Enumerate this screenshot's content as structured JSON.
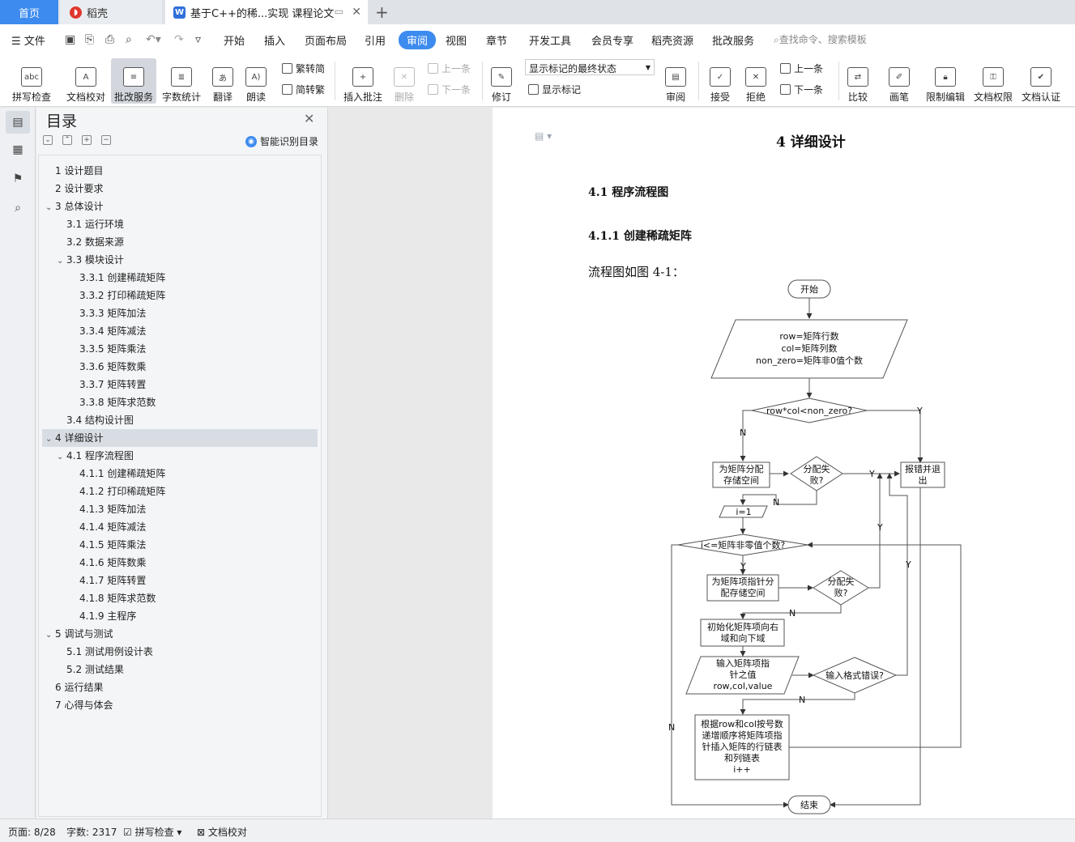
{
  "tabs": {
    "home": "首页",
    "daoke": "稻壳",
    "doc": "基于C++的稀...实现 课程论文"
  },
  "menu": {
    "file": "文件",
    "items": [
      "开始",
      "插入",
      "页面布局",
      "引用",
      "审阅",
      "视图",
      "章节",
      "开发工具",
      "会员专享",
      "稻壳资源",
      "批改服务"
    ],
    "active_index": 4,
    "search": "查找命令、搜索模板"
  },
  "ribbon": {
    "spell": "拼写检查",
    "proof": "文档校对",
    "correct": "批改服务",
    "wordcount": "字数统计",
    "translate": "翻译",
    "read": "朗读",
    "trad": "繁转简",
    "simp": "简转繁",
    "insert_comment": "插入批注",
    "delete": "删除",
    "prev": "上一条",
    "next": "下一条",
    "revise": "修订",
    "markup_state": "显示标记的最终状态",
    "show_markup": "显示标记",
    "review": "审阅",
    "accept": "接受",
    "reject": "拒绝",
    "prev2": "上一条",
    "next2": "下一条",
    "compare": "比较",
    "pen": "画笔",
    "restrict": "限制编辑",
    "rights": "文档权限",
    "auth": "文档认证"
  },
  "toc": {
    "title": "目录",
    "smart": "智能识别目录",
    "items": [
      {
        "text": "1  设计题目",
        "level": 1,
        "arrow": ""
      },
      {
        "text": "2  设计要求",
        "level": 1,
        "arrow": ""
      },
      {
        "text": "3  总体设计",
        "level": 1,
        "arrow": "v"
      },
      {
        "text": "3.1  运行环境",
        "level": 2,
        "arrow": ""
      },
      {
        "text": "3.2  数据来源",
        "level": 2,
        "arrow": ""
      },
      {
        "text": "3.3  模块设计",
        "level": 2,
        "arrow": "v"
      },
      {
        "text": "3.3.1  创建稀疏矩阵",
        "level": 3,
        "arrow": ""
      },
      {
        "text": "3.3.2  打印稀疏矩阵",
        "level": 3,
        "arrow": ""
      },
      {
        "text": "3.3.3  矩阵加法",
        "level": 3,
        "arrow": ""
      },
      {
        "text": "3.3.4  矩阵减法",
        "level": 3,
        "arrow": ""
      },
      {
        "text": "3.3.5  矩阵乘法",
        "level": 3,
        "arrow": ""
      },
      {
        "text": "3.3.6  矩阵数乘",
        "level": 3,
        "arrow": ""
      },
      {
        "text": "3.3.7  矩阵转置",
        "level": 3,
        "arrow": ""
      },
      {
        "text": "3.3.8  矩阵求范数",
        "level": 3,
        "arrow": ""
      },
      {
        "text": "3.4  结构设计图",
        "level": 2,
        "arrow": ""
      },
      {
        "text": "4  详细设计",
        "level": 1,
        "arrow": "v",
        "selected": true
      },
      {
        "text": "4.1  程序流程图",
        "level": 2,
        "arrow": "v"
      },
      {
        "text": "4.1.1  创建稀疏矩阵",
        "level": 3,
        "arrow": ""
      },
      {
        "text": "4.1.2  打印稀疏矩阵",
        "level": 3,
        "arrow": ""
      },
      {
        "text": "4.1.3  矩阵加法",
        "level": 3,
        "arrow": ""
      },
      {
        "text": "4.1.4  矩阵减法",
        "level": 3,
        "arrow": ""
      },
      {
        "text": "4.1.5  矩阵乘法",
        "level": 3,
        "arrow": ""
      },
      {
        "text": "4.1.6  矩阵数乘",
        "level": 3,
        "arrow": ""
      },
      {
        "text": "4.1.7  矩阵转置",
        "level": 3,
        "arrow": ""
      },
      {
        "text": "4.1.8  矩阵求范数",
        "level": 3,
        "arrow": ""
      },
      {
        "text": "4.1.9  主程序",
        "level": 3,
        "arrow": ""
      },
      {
        "text": "5  调试与测试",
        "level": 1,
        "arrow": "v"
      },
      {
        "text": "5.1  测试用例设计表",
        "level": 2,
        "arrow": ""
      },
      {
        "text": "5.2  测试结果",
        "level": 2,
        "arrow": ""
      },
      {
        "text": "6  运行结果",
        "level": 1,
        "arrow": ""
      },
      {
        "text": "7  心得与体会",
        "level": 1,
        "arrow": ""
      }
    ]
  },
  "doc": {
    "h1": "4  详细设计",
    "h2": "4.1  程序流程图",
    "h3": "4.1.1  创建稀疏矩阵",
    "para": "流程图如图 4-1："
  },
  "flow": {
    "start": "开始",
    "input1": [
      "row=矩阵行数",
      "col=矩阵列数",
      "non_zero=矩阵非0值个数"
    ],
    "cond1": "row*col<non_zero?",
    "alloc1": [
      "为矩阵分配",
      "存储空间"
    ],
    "fail1": [
      "分配失",
      "败?"
    ],
    "error": [
      "报错并退",
      "出"
    ],
    "init_i": "i=1",
    "loop": "i<=矩阵非零值个数?",
    "alloc2": [
      "为矩阵项指针分",
      "配存储空间"
    ],
    "fail2": [
      "分配失",
      "败?"
    ],
    "init2": [
      "初始化矩阵项向右",
      "域和向下域"
    ],
    "input2": [
      "输入矩阵项指",
      "针之值",
      "row,col,value"
    ],
    "fmt": "输入格式错误?",
    "insert": [
      "根据row和col按号数",
      "递增顺序将矩阵项指",
      "针插入矩阵的行链表",
      "和列链表",
      "i++"
    ],
    "end": "结束",
    "y": "Y",
    "n": "N"
  },
  "status": {
    "page": "页面: 8/28",
    "words": "字数: 2317",
    "spell": "拼写检查",
    "proof": "文档校对"
  }
}
